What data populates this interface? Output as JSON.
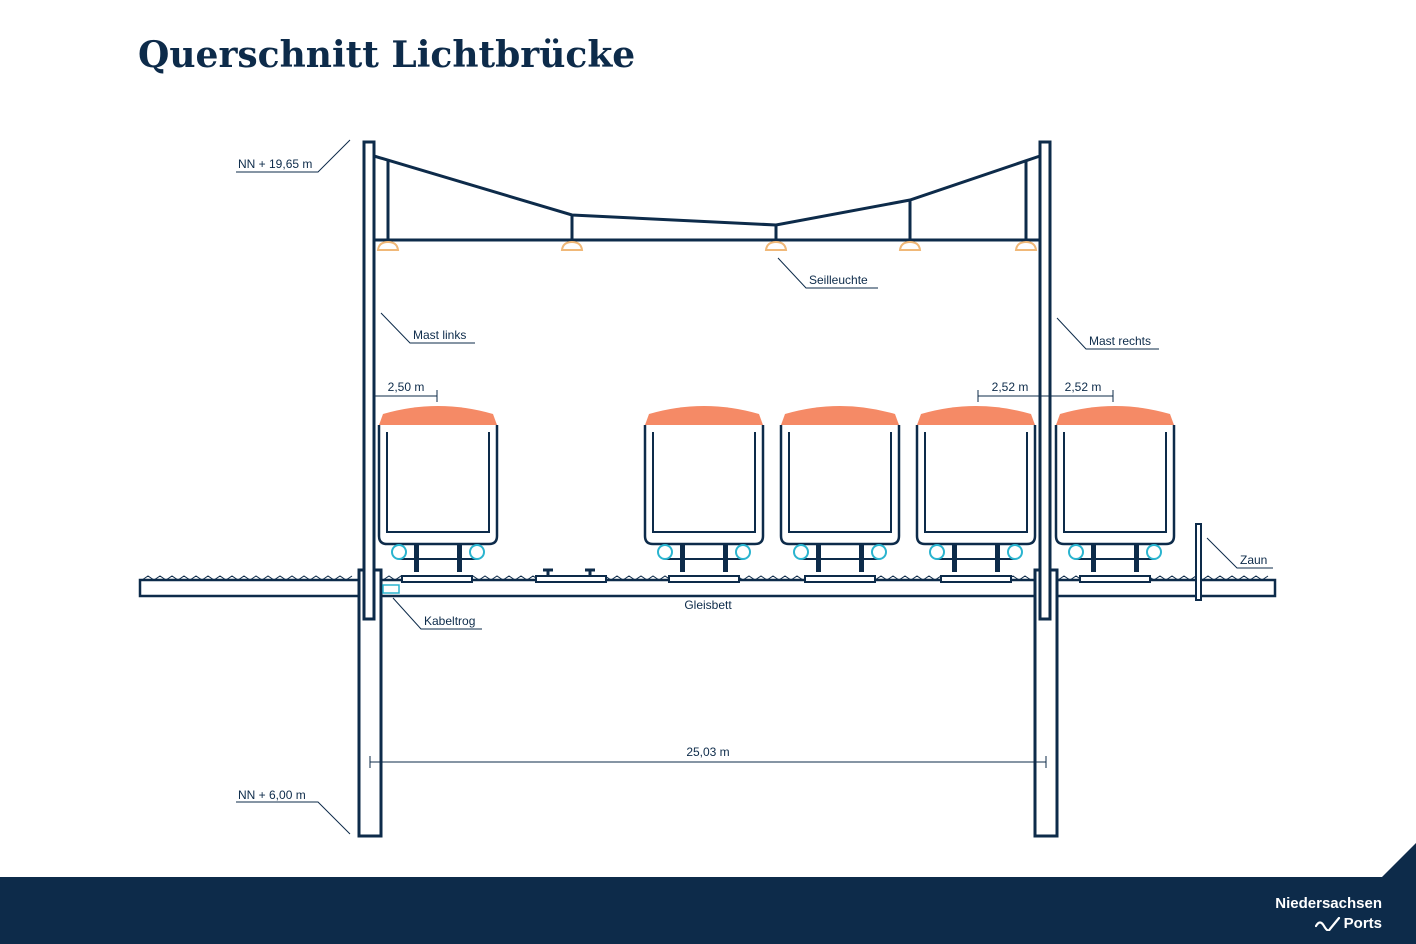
{
  "title": "Querschnitt Lichtbrücke",
  "labels": {
    "top_level": "NN + 19,65 m",
    "bottom_level": "NN + 6,00 m",
    "luminaire": "Seilleuchte",
    "mast_left": "Mast links",
    "mast_right": "Mast rechts",
    "dim_left": "2,50 m",
    "dim_right_a": "2,52 m",
    "dim_right_b": "2,52 m",
    "fence": "Zaun",
    "cable_trough": "Kabeltrog",
    "track_bed": "Gleisbett",
    "span": "25,03 m"
  },
  "brand": {
    "line1": "Niedersachsen",
    "line2": "Ports",
    "logo_icon": "wave-check-icon"
  },
  "colors": {
    "navy": "#0d2b4a",
    "wagon_roof": "#f58a66",
    "luminaire": "#f0b878",
    "wheel": "#2ab4cf",
    "cable_trough": "#2ab4cf"
  }
}
